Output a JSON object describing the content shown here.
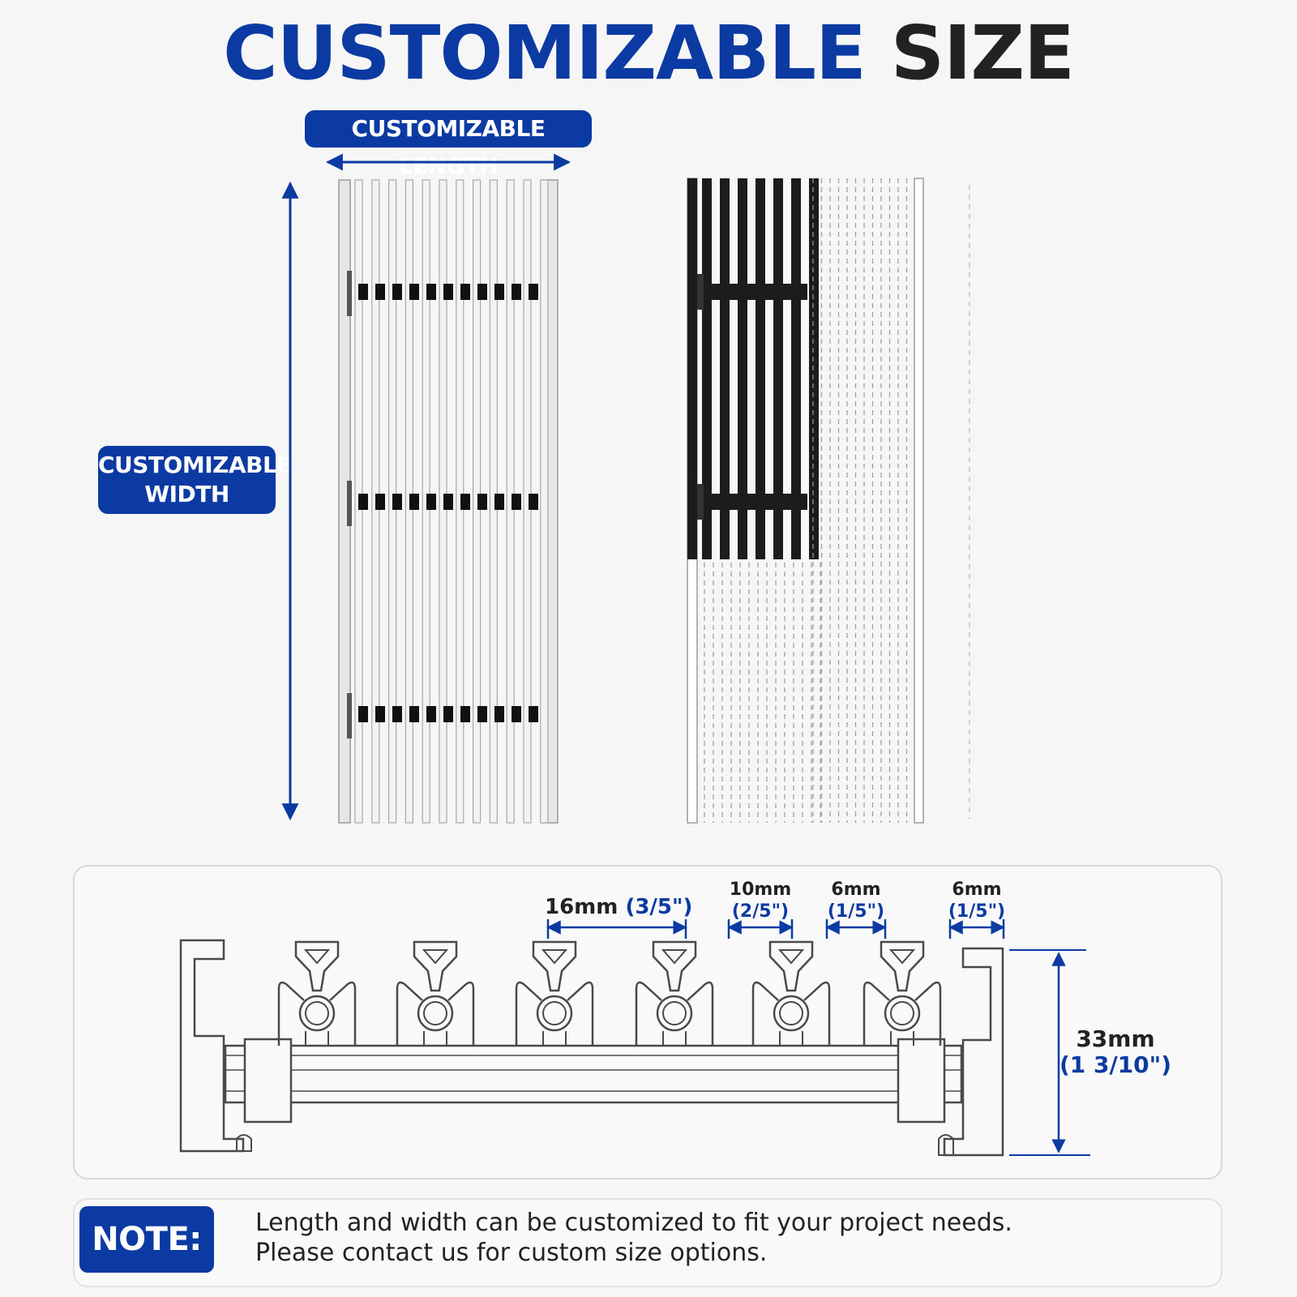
{
  "colors": {
    "accent": "#0b3aa3",
    "dark": "#222222",
    "black_bar": "#1c1c1c",
    "outline": "#4a4a4a"
  },
  "title": {
    "part1": "CUSTOMIZABLE",
    "part2": "SIZE"
  },
  "labels": {
    "length": "CUSTOMIZABLE LENGTH",
    "width_line1": "CUSTOMIZABLE",
    "width_line2": "WIDTH"
  },
  "dimensions": {
    "pitch": {
      "metric": "16mm",
      "imperial": "(3/5\")"
    },
    "bar_width": {
      "metric": "10mm",
      "imperial": "(2/5\")"
    },
    "gap": {
      "metric": "6mm",
      "imperial": "(1/5\")"
    },
    "edge_gap": {
      "metric": "6mm",
      "imperial": "(1/5\")"
    },
    "height": {
      "metric": "33mm",
      "imperial": "(1 3/10\")"
    }
  },
  "note": {
    "label": "NOTE:",
    "line1": "Length and width can be customized to fit your project needs.",
    "line2": "Please contact us for custom size options."
  }
}
